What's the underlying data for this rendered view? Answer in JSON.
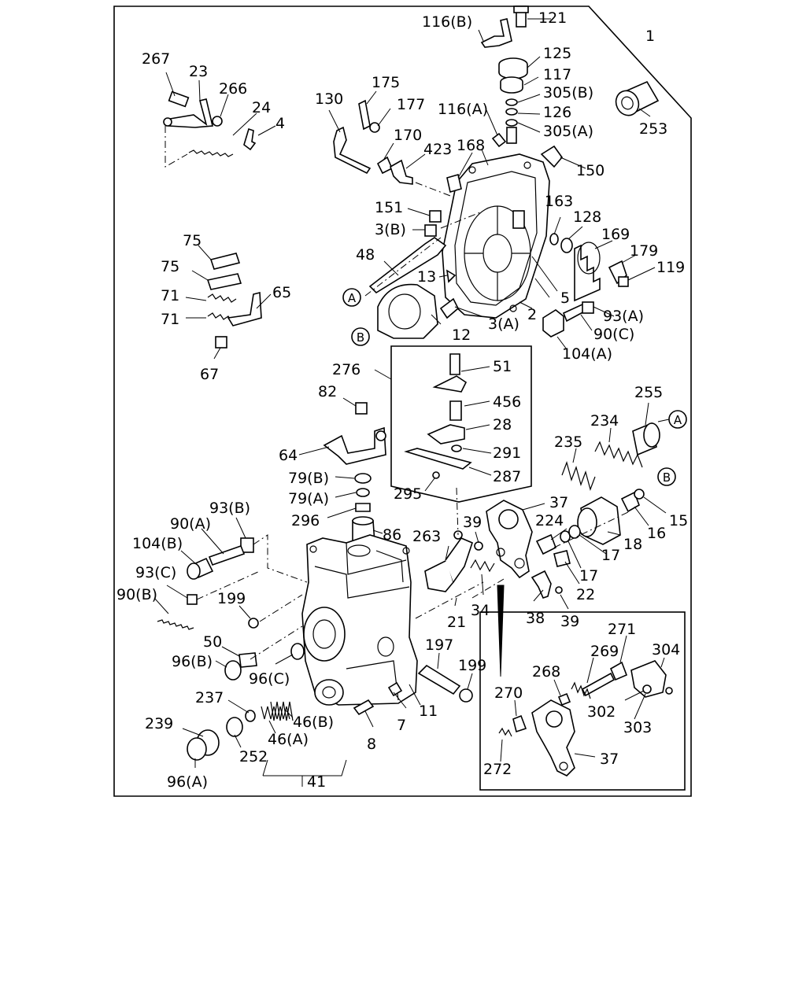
{
  "callouts": {
    "A": "A",
    "B": "B"
  },
  "labels": [
    {
      "id": "1",
      "text": "1"
    },
    {
      "id": "116b",
      "text": "116(B)"
    },
    {
      "id": "121",
      "text": "121"
    },
    {
      "id": "125",
      "text": "125"
    },
    {
      "id": "117",
      "text": "117"
    },
    {
      "id": "305b",
      "text": "305(B)"
    },
    {
      "id": "116a",
      "text": "116(A)"
    },
    {
      "id": "126",
      "text": "126"
    },
    {
      "id": "305a",
      "text": "305(A)"
    },
    {
      "id": "253",
      "text": "253"
    },
    {
      "id": "267",
      "text": "267"
    },
    {
      "id": "23",
      "text": "23"
    },
    {
      "id": "266",
      "text": "266"
    },
    {
      "id": "24",
      "text": "24"
    },
    {
      "id": "4",
      "text": "4"
    },
    {
      "id": "130",
      "text": "130"
    },
    {
      "id": "175",
      "text": "175"
    },
    {
      "id": "177",
      "text": "177"
    },
    {
      "id": "170",
      "text": "170"
    },
    {
      "id": "423",
      "text": "423"
    },
    {
      "id": "168",
      "text": "168"
    },
    {
      "id": "150",
      "text": "150"
    },
    {
      "id": "163",
      "text": "163"
    },
    {
      "id": "128",
      "text": "128"
    },
    {
      "id": "169",
      "text": "169"
    },
    {
      "id": "179",
      "text": "179"
    },
    {
      "id": "119",
      "text": "119"
    },
    {
      "id": "151",
      "text": "151"
    },
    {
      "id": "3b",
      "text": "3(B)"
    },
    {
      "id": "48",
      "text": "48"
    },
    {
      "id": "13",
      "text": "13"
    },
    {
      "id": "5",
      "text": "5"
    },
    {
      "id": "93a",
      "text": "93(A)"
    },
    {
      "id": "2",
      "text": "2"
    },
    {
      "id": "3a",
      "text": "3(A)"
    },
    {
      "id": "90c",
      "text": "90(C)"
    },
    {
      "id": "12",
      "text": "12"
    },
    {
      "id": "104a",
      "text": "104(A)"
    },
    {
      "id": "75_1",
      "text": "75"
    },
    {
      "id": "75_2",
      "text": "75"
    },
    {
      "id": "71_1",
      "text": "71"
    },
    {
      "id": "65",
      "text": "65"
    },
    {
      "id": "71_2",
      "text": "71"
    },
    {
      "id": "67",
      "text": "67"
    },
    {
      "id": "276",
      "text": "276"
    },
    {
      "id": "51",
      "text": "51"
    },
    {
      "id": "82",
      "text": "82"
    },
    {
      "id": "456",
      "text": "456"
    },
    {
      "id": "28",
      "text": "28"
    },
    {
      "id": "291",
      "text": "291"
    },
    {
      "id": "287",
      "text": "287"
    },
    {
      "id": "295",
      "text": "295"
    },
    {
      "id": "64",
      "text": "64"
    },
    {
      "id": "79b",
      "text": "79(B)"
    },
    {
      "id": "79a",
      "text": "79(A)"
    },
    {
      "id": "296",
      "text": "296"
    },
    {
      "id": "86",
      "text": "86"
    },
    {
      "id": "255",
      "text": "255"
    },
    {
      "id": "234",
      "text": "234"
    },
    {
      "id": "235",
      "text": "235"
    },
    {
      "id": "37a",
      "text": "37"
    },
    {
      "id": "15",
      "text": "15"
    },
    {
      "id": "224",
      "text": "224"
    },
    {
      "id": "16",
      "text": "16"
    },
    {
      "id": "18",
      "text": "18"
    },
    {
      "id": "17a",
      "text": "17"
    },
    {
      "id": "17b",
      "text": "17"
    },
    {
      "id": "22",
      "text": "22"
    },
    {
      "id": "93b",
      "text": "93(B)"
    },
    {
      "id": "90a",
      "text": "90(A)"
    },
    {
      "id": "104b",
      "text": "104(B)"
    },
    {
      "id": "93c",
      "text": "93(C)"
    },
    {
      "id": "90b",
      "text": "90(B)"
    },
    {
      "id": "199a",
      "text": "199"
    },
    {
      "id": "263",
      "text": "263"
    },
    {
      "id": "39a",
      "text": "39"
    },
    {
      "id": "34",
      "text": "34"
    },
    {
      "id": "21",
      "text": "21"
    },
    {
      "id": "38",
      "text": "38"
    },
    {
      "id": "39b",
      "text": "39"
    },
    {
      "id": "50",
      "text": "50"
    },
    {
      "id": "96b",
      "text": "96(B)"
    },
    {
      "id": "96c",
      "text": "96(C)"
    },
    {
      "id": "197",
      "text": "197"
    },
    {
      "id": "199b",
      "text": "199"
    },
    {
      "id": "237",
      "text": "237"
    },
    {
      "id": "46b",
      "text": "46(B)"
    },
    {
      "id": "46a",
      "text": "46(A)"
    },
    {
      "id": "11",
      "text": "11"
    },
    {
      "id": "7",
      "text": "7"
    },
    {
      "id": "8",
      "text": "8"
    },
    {
      "id": "239",
      "text": "239"
    },
    {
      "id": "252",
      "text": "252"
    },
    {
      "id": "41",
      "text": "41"
    },
    {
      "id": "96a",
      "text": "96(A)"
    },
    {
      "id": "271",
      "text": "271"
    },
    {
      "id": "304",
      "text": "304"
    },
    {
      "id": "269",
      "text": "269"
    },
    {
      "id": "268",
      "text": "268"
    },
    {
      "id": "270",
      "text": "270"
    },
    {
      "id": "302",
      "text": "302"
    },
    {
      "id": "303",
      "text": "303"
    },
    {
      "id": "272",
      "text": "272"
    },
    {
      "id": "37b",
      "text": "37"
    }
  ]
}
